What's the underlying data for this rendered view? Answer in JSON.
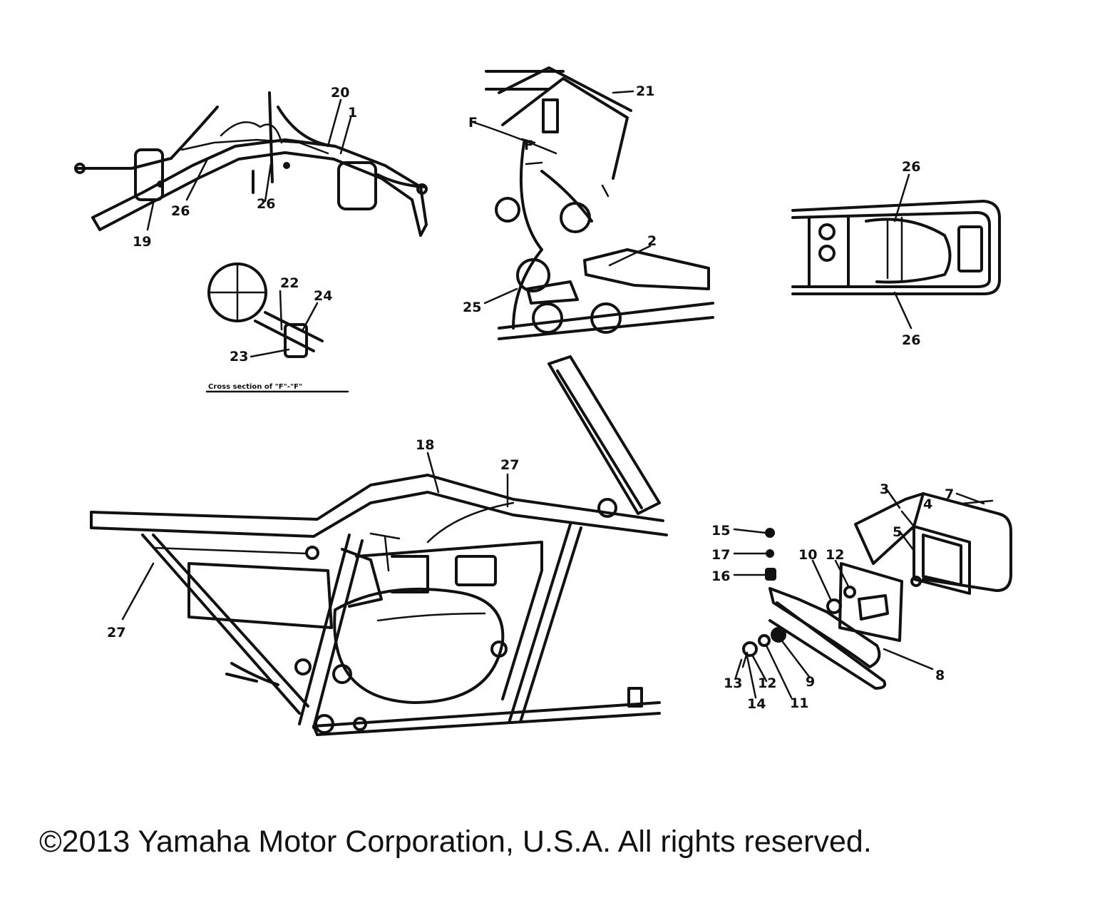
{
  "copyright": "©2013 Yamaha Motor Corporation, U.S.A. All rights reserved.",
  "cross_section_caption": "Cross section of \"F\"-\"F\"",
  "section_marker": "F",
  "callouts": {
    "handlebar": [
      "20",
      "1",
      "26",
      "26",
      "19"
    ],
    "cross_section": [
      "22",
      "24",
      "23"
    ],
    "steering_head": [
      "21",
      "2",
      "25"
    ],
    "rear_frame": [
      "26",
      "26"
    ],
    "main_frame": [
      "18",
      "27",
      "27"
    ],
    "taillight": [
      "3",
      "7",
      "4",
      "5",
      "15",
      "17",
      "16",
      "10",
      "12",
      "8",
      "9",
      "11",
      "12",
      "14",
      "13"
    ]
  }
}
